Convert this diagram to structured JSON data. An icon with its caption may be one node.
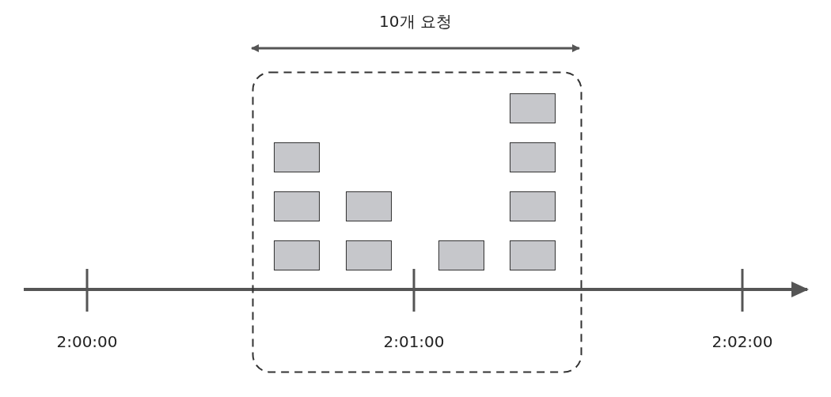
{
  "diagram": {
    "nodes": [
      {
        "text": [],
        "shape": "box"
      },
      {
        "text": [],
        "shape": "box",
        "in": 0
      },
      {
        "text": [],
        "shape": "box",
        "in": 0
      },
      {
        "text": [],
        "shape": "box",
        "in": 0
      },
      {
        "text": [],
        "shape": "box",
        "in": 0
      },
      {
        "text": [],
        "shape": "box",
        "in": 0
      },
      {
        "text": [],
        "shape": "box",
        "in": 0
      },
      {
        "text": [],
        "shape": "box",
        "in": 0
      },
      {
        "text": [],
        "shape": "box",
        "in": 0
      },
      {
        "text": [],
        "shape": "box",
        "in": 0
      },
      {
        "text": [],
        "shape": "box",
        "in": 0
      }
    ],
    "labels": [
      "10개 요청",
      "2:00:00",
      "2:01:00",
      "2:02:00"
    ]
  }
}
